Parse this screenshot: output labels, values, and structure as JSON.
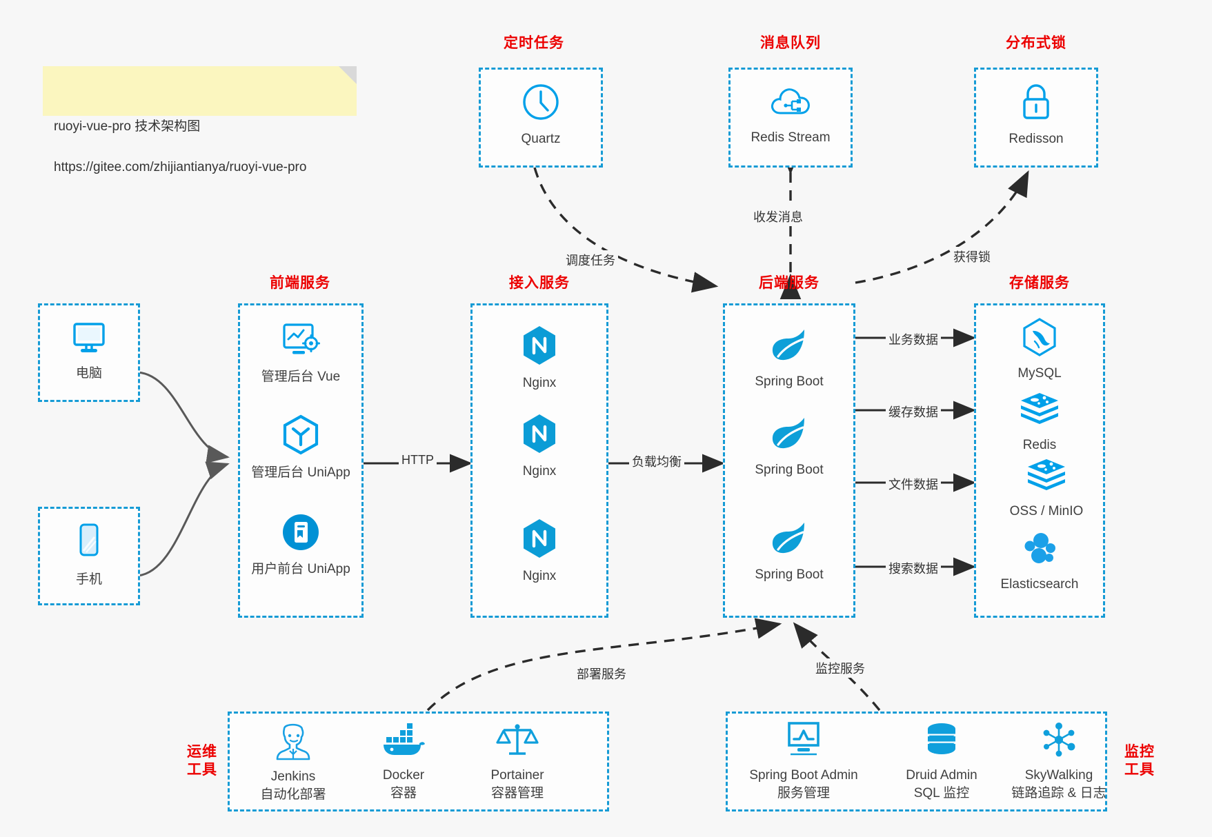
{
  "note": {
    "line1": "ruoyi-vue-pro 技术架构图",
    "line2": "https://gitee.com/zhijiantianya/ruoyi-vue-pro"
  },
  "colors": {
    "accent_blue": "#169bd5",
    "icon_blue": "#00a0e9",
    "title_red": "#ec0000",
    "background": "#f7f7f7",
    "note_yellow": "#fbf6bf",
    "edge_gray": "#595959"
  },
  "groups": {
    "scheduled_tasks": {
      "title": "定时任务",
      "nodes": [
        {
          "label": "Quartz",
          "icon": "clock-icon"
        }
      ]
    },
    "message_queue": {
      "title": "消息队列",
      "nodes": [
        {
          "label": "Redis Stream",
          "icon": "cloud-stream-icon"
        }
      ]
    },
    "distributed_lock": {
      "title": "分布式锁",
      "nodes": [
        {
          "label": "Redisson",
          "icon": "lock-icon"
        }
      ]
    },
    "clients": {
      "nodes": [
        {
          "label": "电脑",
          "icon": "desktop-monitor-icon"
        },
        {
          "label": "手机",
          "icon": "mobile-phone-icon"
        }
      ]
    },
    "frontend_services": {
      "title": "前端服务",
      "nodes": [
        {
          "label": "管理后台 Vue",
          "icon": "dashboard-gear-icon"
        },
        {
          "label": "管理后台 UniApp",
          "icon": "uniapp-cube-icon"
        },
        {
          "label": "用户前台 UniApp",
          "icon": "app-book-icon"
        }
      ]
    },
    "access_services": {
      "title": "接入服务",
      "nodes": [
        {
          "label": "Nginx",
          "icon": "nginx-icon"
        },
        {
          "label": "Nginx",
          "icon": "nginx-icon"
        },
        {
          "label": "Nginx",
          "icon": "nginx-icon"
        }
      ]
    },
    "backend_services": {
      "title": "后端服务",
      "nodes": [
        {
          "label": "Spring Boot",
          "icon": "spring-boot-icon"
        },
        {
          "label": "Spring Boot",
          "icon": "spring-boot-icon"
        },
        {
          "label": "Spring Boot",
          "icon": "spring-boot-icon"
        }
      ]
    },
    "storage_services": {
      "title": "存储服务",
      "nodes": [
        {
          "label": "MySQL",
          "icon": "mysql-dolphin-icon"
        },
        {
          "label": "Redis",
          "icon": "redis-stack-icon"
        },
        {
          "label": "OSS / MinIO",
          "icon": "object-storage-icon"
        },
        {
          "label": "Elasticsearch",
          "icon": "elasticsearch-icon"
        }
      ]
    },
    "ops_tools": {
      "title_line1": "运维",
      "title_line2": "工具",
      "nodes": [
        {
          "label": "Jenkins",
          "sub": "自动化部署",
          "icon": "jenkins-butler-icon"
        },
        {
          "label": "Docker",
          "sub": "容器",
          "icon": "docker-whale-icon"
        },
        {
          "label": "Portainer",
          "sub": "容器管理",
          "icon": "portainer-scales-icon"
        }
      ]
    },
    "monitor_tools": {
      "title_line1": "监控",
      "title_line2": "工具",
      "nodes": [
        {
          "label": "Spring Boot Admin",
          "sub": "服务管理",
          "icon": "monitor-chart-icon"
        },
        {
          "label": "Druid Admin",
          "sub": "SQL 监控",
          "icon": "database-cylinder-icon"
        },
        {
          "label": "SkyWalking",
          "sub": "链路追踪 & 日志",
          "icon": "skywalking-node-icon"
        }
      ]
    }
  },
  "edge_labels": {
    "http": "HTTP",
    "load_balance": "负载均衡",
    "schedule_task": "调度任务",
    "send_receive_message": "收发消息",
    "acquire_lock": "获得锁",
    "business_data": "业务数据",
    "cache_data": "缓存数据",
    "file_data": "文件数据",
    "search_data": "搜索数据",
    "deploy_service": "部署服务",
    "monitor_service": "监控服务"
  }
}
